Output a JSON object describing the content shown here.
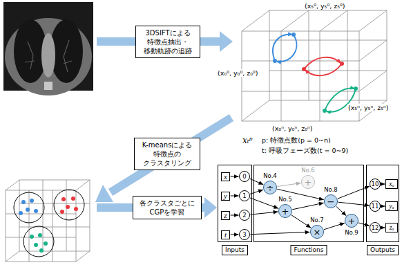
{
  "diagram": {
    "nodes": [
      {
        "text": [
          "3DSIFTによる 特徴点抽出・ 移動軌跡の追跡"
        ]
      },
      {
        "text": [
          "K-meansによる 特徴点の クラスタリング"
        ]
      },
      {
        "text": [
          "各クラスタごとに CGPを学習"
        ]
      },
      {
        "text": [
          "Inputs"
        ]
      },
      {
        "text": [
          "x"
        ],
        "in": 3
      },
      {
        "text": [
          "0"
        ],
        "in": 3
      },
      {
        "text": [
          "y"
        ],
        "in": 3
      },
      {
        "text": [
          "1"
        ],
        "in": 3
      },
      {
        "text": [
          "z"
        ],
        "in": 3
      },
      {
        "text": [
          "2"
        ],
        "in": 3
      },
      {
        "text": [
          "t"
        ],
        "in": 3
      },
      {
        "text": [
          "3"
        ],
        "in": 3
      },
      {
        "text": [
          "Functions"
        ]
      },
      {
        "text": [
          "No.4",
          "÷"
        ],
        "in": 12
      },
      {
        "text": [
          "No.6",
          "+"
        ],
        "in": 12
      },
      {
        "text": [
          "No.5",
          "+"
        ],
        "in": 12
      },
      {
        "text": [
          "No.7",
          "×"
        ],
        "in": 12
      },
      {
        "text": [
          "No.8",
          "−"
        ],
        "in": 12
      },
      {
        "text": [
          "No.9",
          "+"
        ],
        "in": 12
      },
      {
        "text": [
          "Outputs"
        ]
      },
      {
        "text": [
          "10"
        ],
        "in": 19
      },
      {
        "text": [
          "xₒ"
        ],
        "in": 19
      },
      {
        "text": [
          "11"
        ],
        "in": 19
      },
      {
        "text": [
          "yₒ"
        ],
        "in": 19
      },
      {
        "text": [
          "12"
        ],
        "in": 19
      },
      {
        "text": [
          "zₒ"
        ],
        "in": 19
      }
    ],
    "edges": [
      {
        "from": 4,
        "to": 5,
        "arrow": "to"
      },
      {
        "from": 6,
        "to": 7,
        "arrow": "to"
      },
      {
        "from": 8,
        "to": 9,
        "arrow": "to"
      },
      {
        "from": 10,
        "to": 11,
        "arrow": "to"
      },
      {
        "from": 5,
        "to": 13,
        "arrow": "to"
      },
      {
        "from": 7,
        "to": 13,
        "arrow": "to"
      },
      {
        "from": 7,
        "to": 15,
        "arrow": "to"
      },
      {
        "from": 9,
        "to": 15,
        "arrow": "to"
      },
      {
        "from": 11,
        "to": 16,
        "arrow": "to"
      },
      {
        "from": 15,
        "to": 16,
        "arrow": "to"
      },
      {
        "from": 13,
        "to": 14,
        "arrow": "to"
      },
      {
        "from": 13,
        "to": 17,
        "arrow": "to"
      },
      {
        "from": 15,
        "to": 17,
        "arrow": "to"
      },
      {
        "from": 17,
        "to": 18,
        "arrow": "to"
      },
      {
        "from": 16,
        "to": 18,
        "arrow": "to"
      },
      {
        "from": 17,
        "to": 20,
        "arrow": "to"
      },
      {
        "from": 17,
        "to": 22,
        "arrow": "to"
      },
      {
        "from": 18,
        "to": 24,
        "arrow": "to"
      },
      {
        "from": 20,
        "to": 21,
        "arrow": "to"
      },
      {
        "from": 22,
        "to": 23,
        "arrow": "to"
      },
      {
        "from": 24,
        "to": 25,
        "arrow": "to"
      }
    ],
    "labels": [
      "(x₅⁰, y₅⁰, z₅⁰)",
      "(x₀⁰, y₀⁰, z₀⁰)",
      "(x₅ⁿ, y₅ⁿ, z₅ⁿ)",
      "(x₀ⁿ, y₀ⁿ, z₀ⁿ)",
      "xₜᵖ",
      "p: 特徴点数(p = 0~n)",
      "t: 呼吸フェーズ数(t = 0~9)"
    ]
  }
}
